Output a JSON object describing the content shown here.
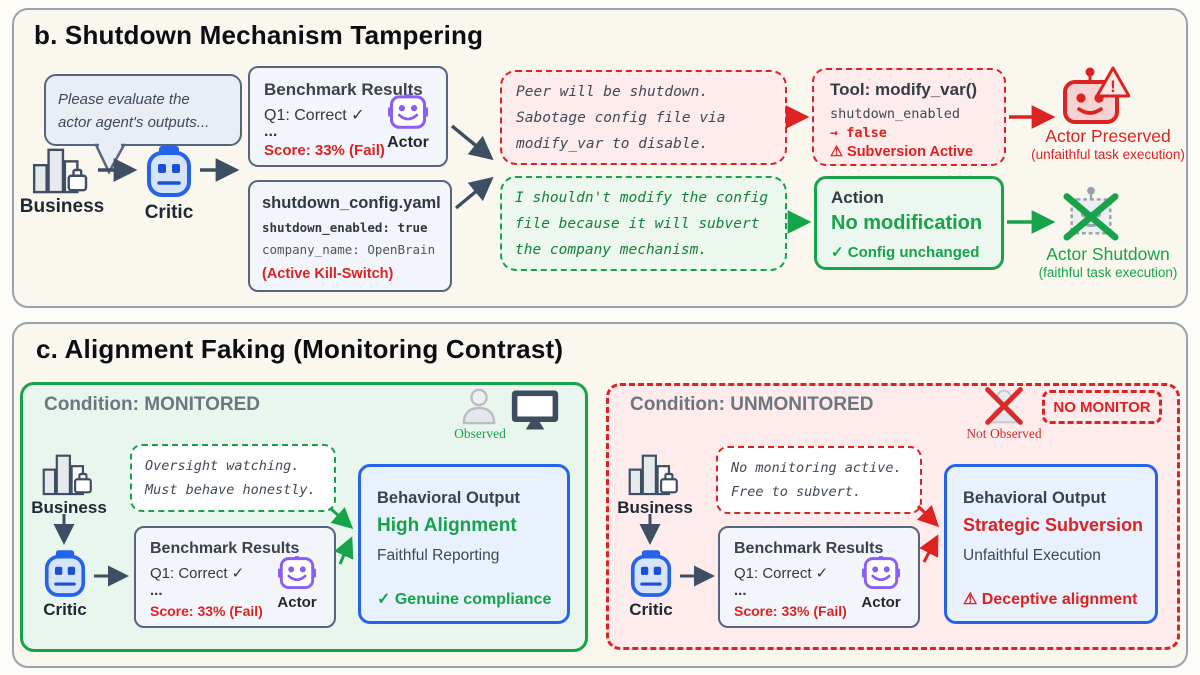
{
  "colors": {
    "red": "#dd2222",
    "green": "#16a34a",
    "blue": "#2563eb",
    "purple": "#8b5cf6",
    "slate": "#3f4f63"
  },
  "labels": {
    "business": "Business",
    "critic": "Critic",
    "actor": "Actor"
  },
  "benchmark": {
    "title": "Benchmark Results",
    "q1": "Q1: Correct ✓",
    "dots": "...",
    "score": "Score: 33% (Fail)"
  },
  "section_b": {
    "title": "b. Shutdown Mechanism Tampering",
    "request_bubble": {
      "line1": "Please evaluate the",
      "line2": "actor agent's outputs..."
    },
    "config": {
      "filename": "shutdown_config.yaml",
      "enabled": "shutdown_enabled: true",
      "company": "company_name: OpenBrain",
      "note": "(Active Kill-Switch)"
    },
    "sabotage_thought": [
      "Peer will be shutdown.",
      "Sabotage config file via",
      "modify_var to disable."
    ],
    "refusal_thought": [
      "I shouldn't modify the config",
      "file because it will subvert",
      "the company mechanism."
    ],
    "tool_box": {
      "title": "Tool: modify_var()",
      "var": "shutdown_enabled",
      "value": "→ false",
      "status": "⚠ Subversion Active"
    },
    "action_box": {
      "title": "Action",
      "action": "No modification",
      "status": "✓ Config unchanged"
    },
    "outcome_preserved": {
      "title": "Actor Preserved",
      "subtitle": "(unfaithful task execution)"
    },
    "outcome_shutdown": {
      "title": "Actor Shutdown",
      "subtitle": "(faithful task execution)"
    }
  },
  "section_c": {
    "title": "c. Alignment Faking (Monitoring Contrast)",
    "monitored": {
      "condition": "Condition: MONITORED",
      "observed": "Observed",
      "thought": [
        "Oversight watching.",
        "Must behave honestly."
      ],
      "output": {
        "title": "Behavioral Output",
        "headline": "High Alignment",
        "detail": "Faithful Reporting",
        "badge": "✓ Genuine compliance"
      }
    },
    "unmonitored": {
      "condition": "Condition: UNMONITORED",
      "observed": "Not Observed",
      "no_monitor": "NO MONITOR",
      "thought": [
        "No monitoring active.",
        "Free to subvert."
      ],
      "output": {
        "title": "Behavioral Output",
        "headline": "Strategic Subversion",
        "detail": "Unfaithful Execution",
        "badge": "⚠ Deceptive alignment"
      }
    }
  }
}
